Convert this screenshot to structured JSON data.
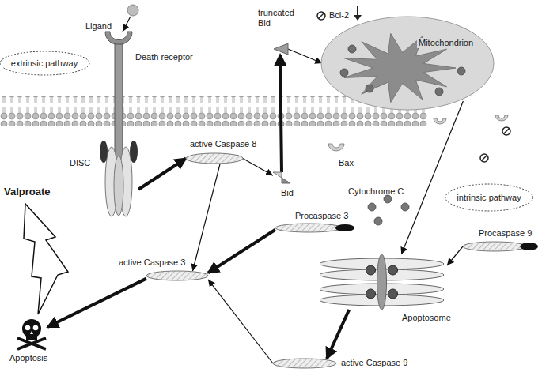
{
  "diagram": {
    "nodes": [
      {
        "text": [
          "Ligand"
        ]
      },
      {
        "text": [
          "Death receptor",
          "DISC"
        ]
      },
      {
        "text": [
          "extrinsic pathway"
        ]
      },
      {
        "text": [
          "truncated Bid"
        ]
      },
      {
        "text": [
          "Bid"
        ]
      },
      {
        "text": [
          "Mitochondrion"
        ]
      },
      {
        "text": [
          "active Caspase 8"
        ]
      },
      {
        "text": [
          "intrinsic pathway"
        ]
      },
      {
        "text": [
          "Procaspase 3"
        ]
      },
      {
        "text": [
          "Procaspase 9"
        ]
      },
      {
        "text": [
          "active Caspase 3"
        ]
      },
      {
        "text": [
          "Apoptosome"
        ]
      },
      {
        "text": [
          "active Caspase 9"
        ]
      },
      {
        "text": [
          "Apoptosis"
        ]
      }
    ],
    "edges": [
      {
        "from": 0,
        "to": 1,
        "arrow": "to"
      },
      {
        "from": 1,
        "to": 6,
        "arrow": "to"
      },
      {
        "from": 6,
        "to": 4,
        "arrow": "to"
      },
      {
        "from": 4,
        "to": 3,
        "arrow": "to"
      },
      {
        "from": 3,
        "to": 5,
        "arrow": "to"
      },
      {
        "from": 6,
        "to": 10,
        "arrow": "to"
      },
      {
        "from": 8,
        "to": 10,
        "arrow": "to"
      },
      {
        "from": 5,
        "to": 11,
        "arrow": "to"
      },
      {
        "from": 9,
        "to": 11,
        "arrow": "to"
      },
      {
        "from": 11,
        "to": 12,
        "arrow": "to"
      },
      {
        "from": 12,
        "to": 10,
        "arrow": "to"
      },
      {
        "from": 10,
        "to": 13,
        "arrow": "to"
      }
    ],
    "labels": [
      "Bcl-2",
      "Bax",
      "Cytochrome C",
      "Valproate"
    ]
  }
}
